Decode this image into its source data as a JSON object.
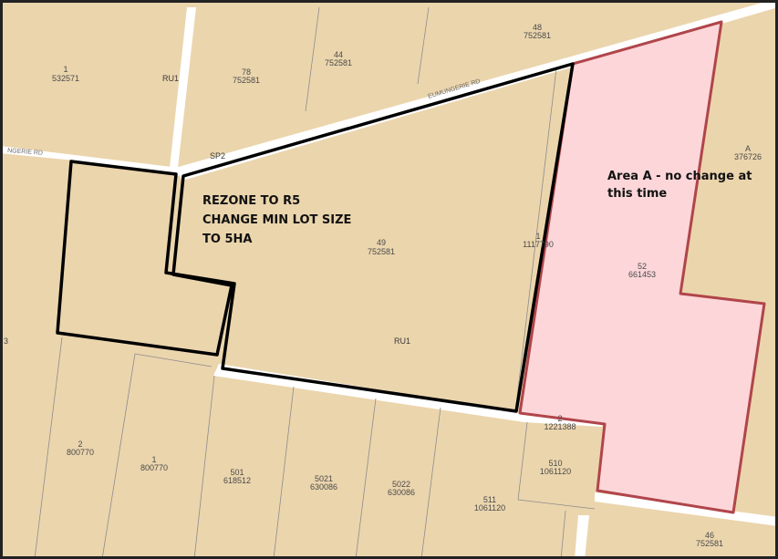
{
  "colors": {
    "land": "#ebd5ad",
    "road": "#ffffff",
    "cadastre": "#8c8c8c",
    "rezone_outline": "#000000",
    "area_a_fill": "#fcd6d9",
    "area_a_outline": "#b0454a"
  },
  "rezone_note": [
    "REZONE TO R5",
    "CHANGE MIN LOT SIZE",
    "TO 5HA"
  ],
  "area_a_note": [
    "Area A - no change at",
    "this time"
  ],
  "roads": [
    "EUMUNGERIE RD",
    "NGERIE RD",
    "SP2"
  ],
  "zones": [
    "RU1",
    "RU1"
  ],
  "lots": [
    {
      "lot": "1",
      "plan": "532571"
    },
    {
      "lot": "78",
      "plan": "752581"
    },
    {
      "lot": "44",
      "plan": "752581"
    },
    {
      "lot": "48",
      "plan": "752581"
    },
    {
      "lot": "A",
      "plan": "376726"
    },
    {
      "lot": "49",
      "plan": "752581"
    },
    {
      "lot": "1",
      "plan": "1117790"
    },
    {
      "lot": "52",
      "plan": "661453"
    },
    {
      "lot": "2",
      "plan": "1221388"
    },
    {
      "lot": "2",
      "plan": "800770"
    },
    {
      "lot": "1",
      "plan": "800770"
    },
    {
      "lot": "501",
      "plan": "618512"
    },
    {
      "lot": "5021",
      "plan": "630086"
    },
    {
      "lot": "5022",
      "plan": "630086"
    },
    {
      "lot": "511",
      "plan": "1061120"
    },
    {
      "lot": "510",
      "plan": "1061120"
    },
    {
      "lot": "46",
      "plan": "752581"
    }
  ],
  "edge_label": "3"
}
